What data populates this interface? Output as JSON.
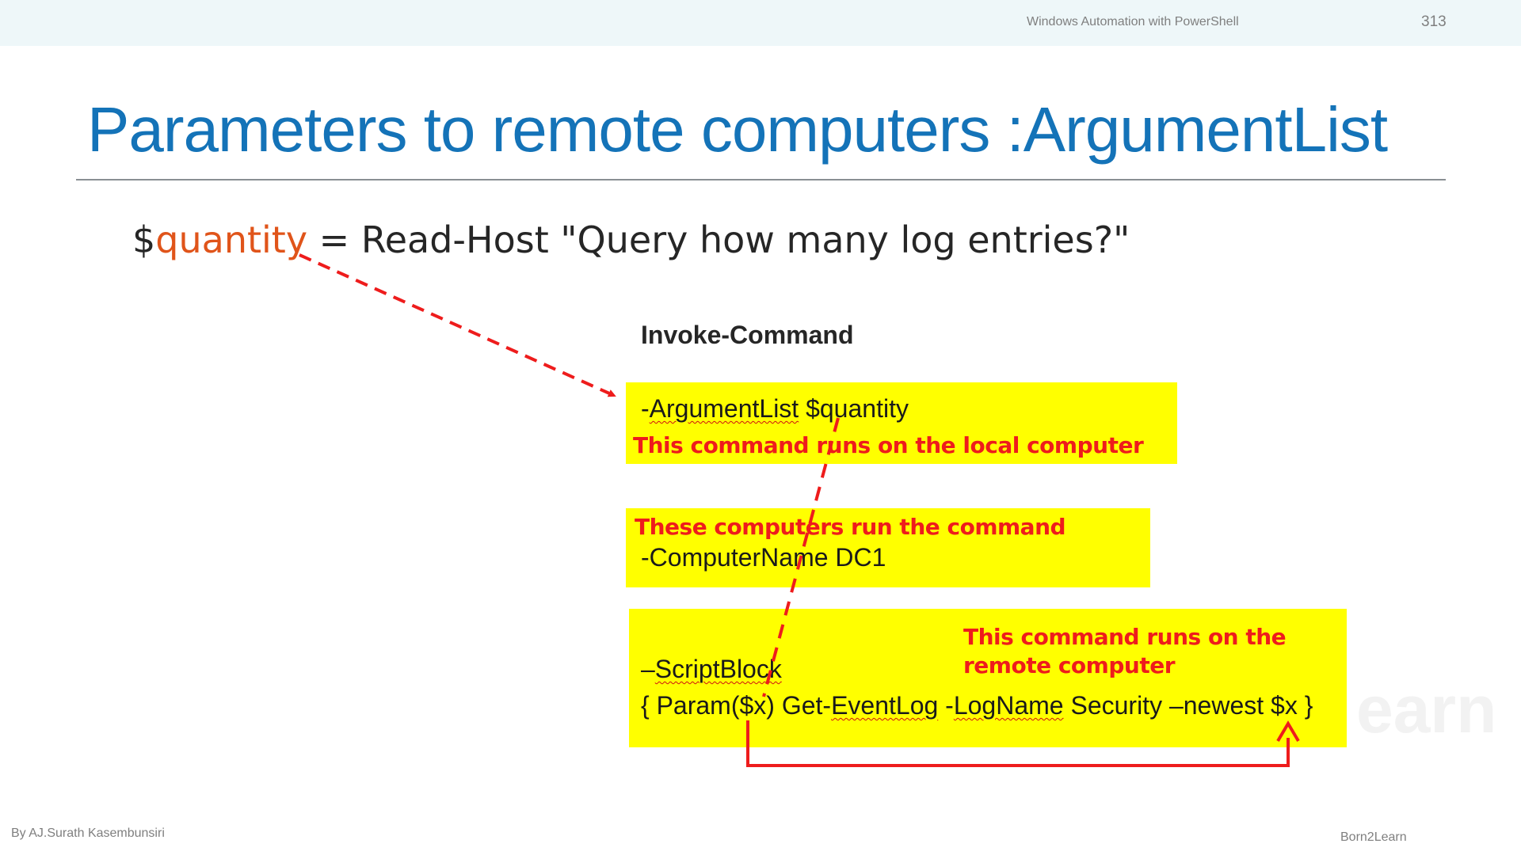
{
  "header": {
    "subject": "Windows Automation with PowerShell",
    "page_number": "313"
  },
  "title": "Parameters to remote computers :ArgumentList",
  "code_line": {
    "dollar": "$",
    "variable": "quantity",
    "rest": " = Read-Host \"Query how many log entries?\""
  },
  "invoke_label": "Invoke-Command",
  "box_local": {
    "param_dash": "-",
    "param_name": "ArgumentList",
    "param_value": " $quantity",
    "note": "This command runs on the local computer"
  },
  "box_computers": {
    "note": "These computers run the command",
    "param": "-ComputerName DC1"
  },
  "box_remote": {
    "note_line1": "This command runs on the",
    "note_line2": "remote computer",
    "scriptblock_dash": "–",
    "scriptblock_name": "ScriptBlock",
    "code_part1": "{ Param($x) Get-",
    "code_cmdlet": "EventLog",
    "code_part2": " -",
    "code_param": "LogName",
    "code_part3": " Security –newest $x }"
  },
  "watermark": "earn",
  "footer": {
    "author": "By AJ.Surath Kasembunsiri",
    "brand": "Born2Learn"
  },
  "colors": {
    "title": "#1473b8",
    "variable": "#e0541a",
    "highlight": "#ffff00",
    "annotation": "#ee1c1c",
    "rule": "#8a8f93"
  }
}
